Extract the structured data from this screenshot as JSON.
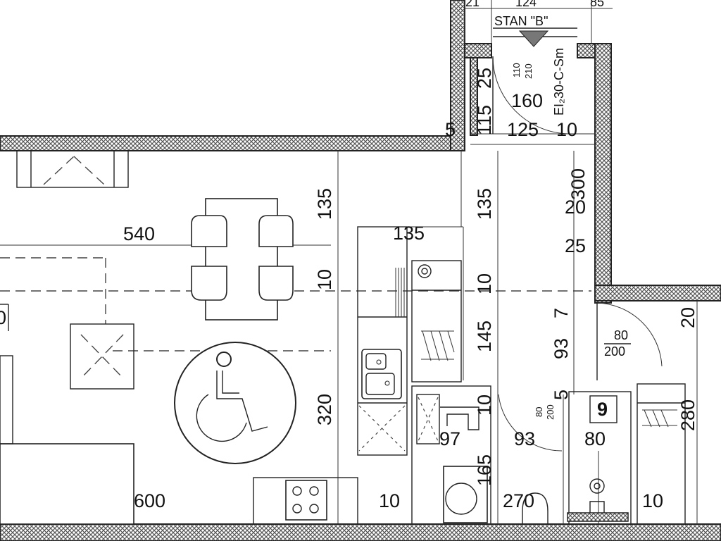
{
  "plan": {
    "apartment_label": "STAN \"B\"",
    "door_main": {
      "width": "110",
      "height": "210",
      "fire_rating": "EI₂30-C-Sm"
    },
    "door_bath": {
      "width": "80",
      "height": "200"
    },
    "door_small": {
      "width": "80",
      "height": "200"
    },
    "room_number": "9",
    "edge_room_fragment": "0",
    "top_fragments": [
      "21",
      "124",
      "85"
    ],
    "dimensions": {
      "d540": "540",
      "d135_left": "135",
      "d135_mid": "135",
      "d135_right": "135",
      "d10_a": "10",
      "d10_b": "10",
      "d10_c": "10",
      "d10_d": "10",
      "d10_e": "10",
      "d10_f": "10",
      "d320": "320",
      "d600": "600",
      "d145": "145",
      "d97": "97",
      "d93_a": "93",
      "d93_b": "93",
      "d165": "165",
      "d270": "270",
      "d80": "80",
      "d280": "280",
      "d300": "300",
      "d20_a": "20",
      "d20_b": "20",
      "d25_a": "25",
      "d25_b": "25",
      "d160": "160",
      "d115": "115",
      "d125": "125",
      "d5_a": "5",
      "d5_b": "5",
      "d7": "7"
    }
  }
}
